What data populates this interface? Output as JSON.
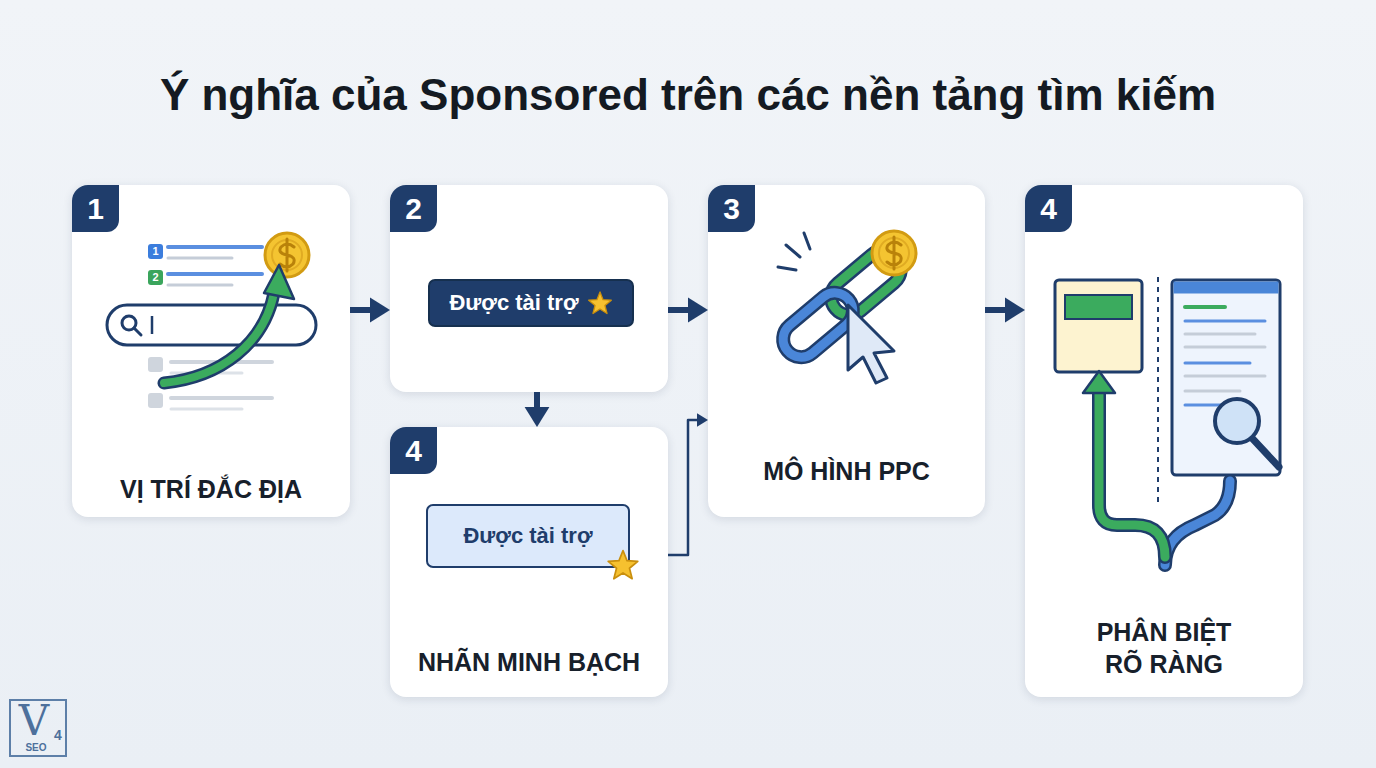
{
  "diagram": {
    "title": "Ý nghĩa của Sponsored trên các nền tảng tìm kiếm",
    "nodes": [
      {
        "text": [
          "1",
          "VỊ TRÍ ĐẮC ĐỊA"
        ]
      },
      {
        "text": [
          "2"
        ]
      },
      {
        "text": [
          "Được tài trợ"
        ],
        "in": 1
      },
      {
        "text": [
          "4",
          "NHÃN MINH BẠCH"
        ]
      },
      {
        "text": [
          "Được tài trợ"
        ],
        "in": 3
      },
      {
        "text": [
          "3",
          "MÔ HÌNH PPC"
        ]
      },
      {
        "text": [
          "4",
          "PHÂN BIỆT RÕ RÀNG"
        ]
      }
    ],
    "edges": [
      {
        "from": 0,
        "to": 1,
        "arrow": "to"
      },
      {
        "from": 1,
        "to": 3,
        "arrow": "to"
      },
      {
        "from": 3,
        "to": 5,
        "arrow": "to"
      },
      {
        "from": 1,
        "to": 5,
        "arrow": "to"
      },
      {
        "from": 5,
        "to": 6,
        "arrow": "to"
      }
    ],
    "labels": [
      "1",
      "2",
      "V",
      "4",
      "SEO"
    ]
  }
}
